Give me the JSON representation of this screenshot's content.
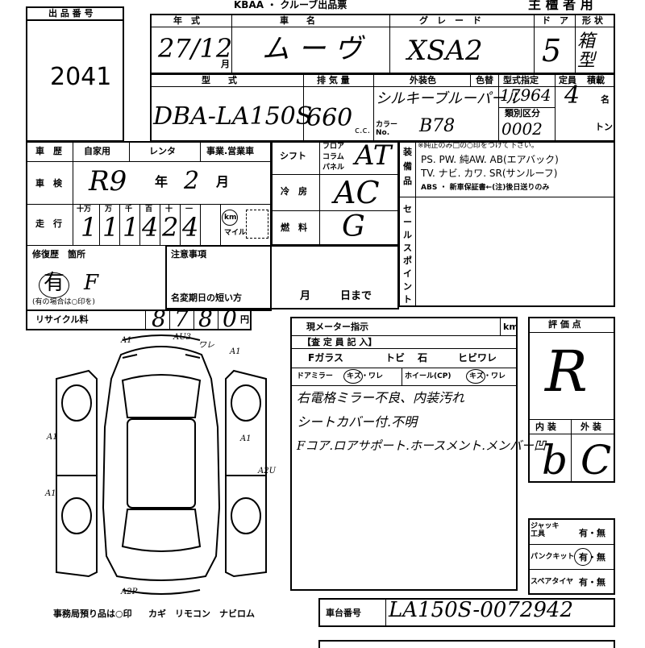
{
  "header": {
    "top_title": "KBAA ・ クルーブ出品票",
    "owner_use": "主 檀 者 用",
    "lot_label": "出 品 番 号",
    "lot_number": "2041"
  },
  "row1": {
    "year_label": "年　式",
    "car_name_label": "車　　名",
    "grade_label": "グ　レ　ー　ド",
    "door_label": "ド　ア",
    "shape_label": "形 状",
    "year_value": "27/12",
    "year_suffix": "月",
    "car_name_value": "ム ー ヴ",
    "grade_value": "XSA2",
    "door_value": "5",
    "shape_value": "箱型"
  },
  "row2": {
    "model_label": "型　　式",
    "displacement_label": "排 気 量",
    "color_label": "外装色",
    "color_change_label": "色替",
    "type_designation_label": "型式指定",
    "capacity_label": "定員",
    "load_label": "積載",
    "model_value": "DBA-LA150S",
    "displacement_value": "660",
    "displacement_unit": "c.c.",
    "color_value": "シルキーブルーパール",
    "color_no_label": "カラー No.",
    "color_no_value": "B78",
    "type_designation_value": "17964",
    "category_label": "類別区分",
    "category_value": "0002",
    "capacity_value": "4",
    "capacity_unit": "名",
    "load_unit": "トン"
  },
  "history": {
    "history_label": "車　歴",
    "private_label": "自家用",
    "rental_label": "レンタ",
    "business_label": "事業.営業車",
    "inspection_label": "車　検",
    "inspection_value": "R9",
    "year_word": "年",
    "month_value": "2",
    "month_word": "月",
    "mileage_label": "走　行",
    "digit_labels": [
      "十万",
      "万",
      "千",
      "百",
      "十",
      "一"
    ],
    "mileage_digits": [
      "1",
      "1",
      "1",
      "4",
      "2",
      "4"
    ],
    "km_label": "km",
    "mile_label": "マイル",
    "repair_label": "修復歴　箇所",
    "repair_value": "有",
    "repair_location": "F",
    "repair_note": "(有の場合は○印を)",
    "recycle_label": "リサイクル料",
    "recycle_digits": [
      "8",
      "7",
      "8",
      "0"
    ],
    "yen": "円"
  },
  "mid": {
    "shift_label": "シフト",
    "shift_opts": [
      "フロア",
      "コラム",
      "パネル"
    ],
    "shift_value": "AT",
    "ac_label": "冷　房",
    "ac_value": "AC",
    "fuel_label": "燃　料",
    "fuel_value": "G",
    "notes_label": "注意事項",
    "change_label": "名変期日の短い方",
    "month_word": "月",
    "day_word": "日まで"
  },
  "equipment": {
    "label": "装備品",
    "line1": "※純正のみ□の○印をつけて下さい。",
    "line2": "PS. PW. 純AW. AB(エアバック)",
    "line3": "TV. ナビ. カワ. SR(サンルーフ)",
    "line4": "ABS ・ 新車保証書←(注)後日送りのみ",
    "sales_label": "セールスポイント"
  },
  "inspection": {
    "meter_label": "現メーター指示",
    "meter_unit": "km",
    "section_label": "【査 定 員 記 入】",
    "f_glass": "Fガラス",
    "crack1": "トビ",
    "stone": "石",
    "crack2": "ヒビワレ",
    "door_mirror": "ドアミラー",
    "mirror_opts": "キズ・ワレ",
    "wheel": "ホイール(CP)",
    "wheel_opts": "キズ・ワレ",
    "note1": "右電格ミラー不良、内装汚れ",
    "note2": "シートカバー付.不明",
    "note3": "Fコア.ロアサポート.ホースメント.メンバー凹"
  },
  "score": {
    "label": "評 価 点",
    "value": "R",
    "interior_label": "内 装",
    "exterior_label": "外 装",
    "interior_value": "b",
    "exterior_value": "C"
  },
  "tools": {
    "jack_label": "ジャッキ工具",
    "jack_value": "有・無",
    "puncture_label": "パンクキット",
    "puncture_value": "有・無",
    "spare_label": "スペアタイヤ",
    "spare_value": "有・無"
  },
  "diagram": {
    "marks": [
      "A1",
      "AU3",
      "ワレ",
      "A1",
      "A1",
      "A1",
      "A2U",
      "A1",
      "A2P"
    ]
  },
  "footer": {
    "office_note": "事務局預り品は○印",
    "items": "カギ　リモコン　ナビロム",
    "chassis_label": "車台番号",
    "chassis_value": "LA150S-0072942"
  }
}
